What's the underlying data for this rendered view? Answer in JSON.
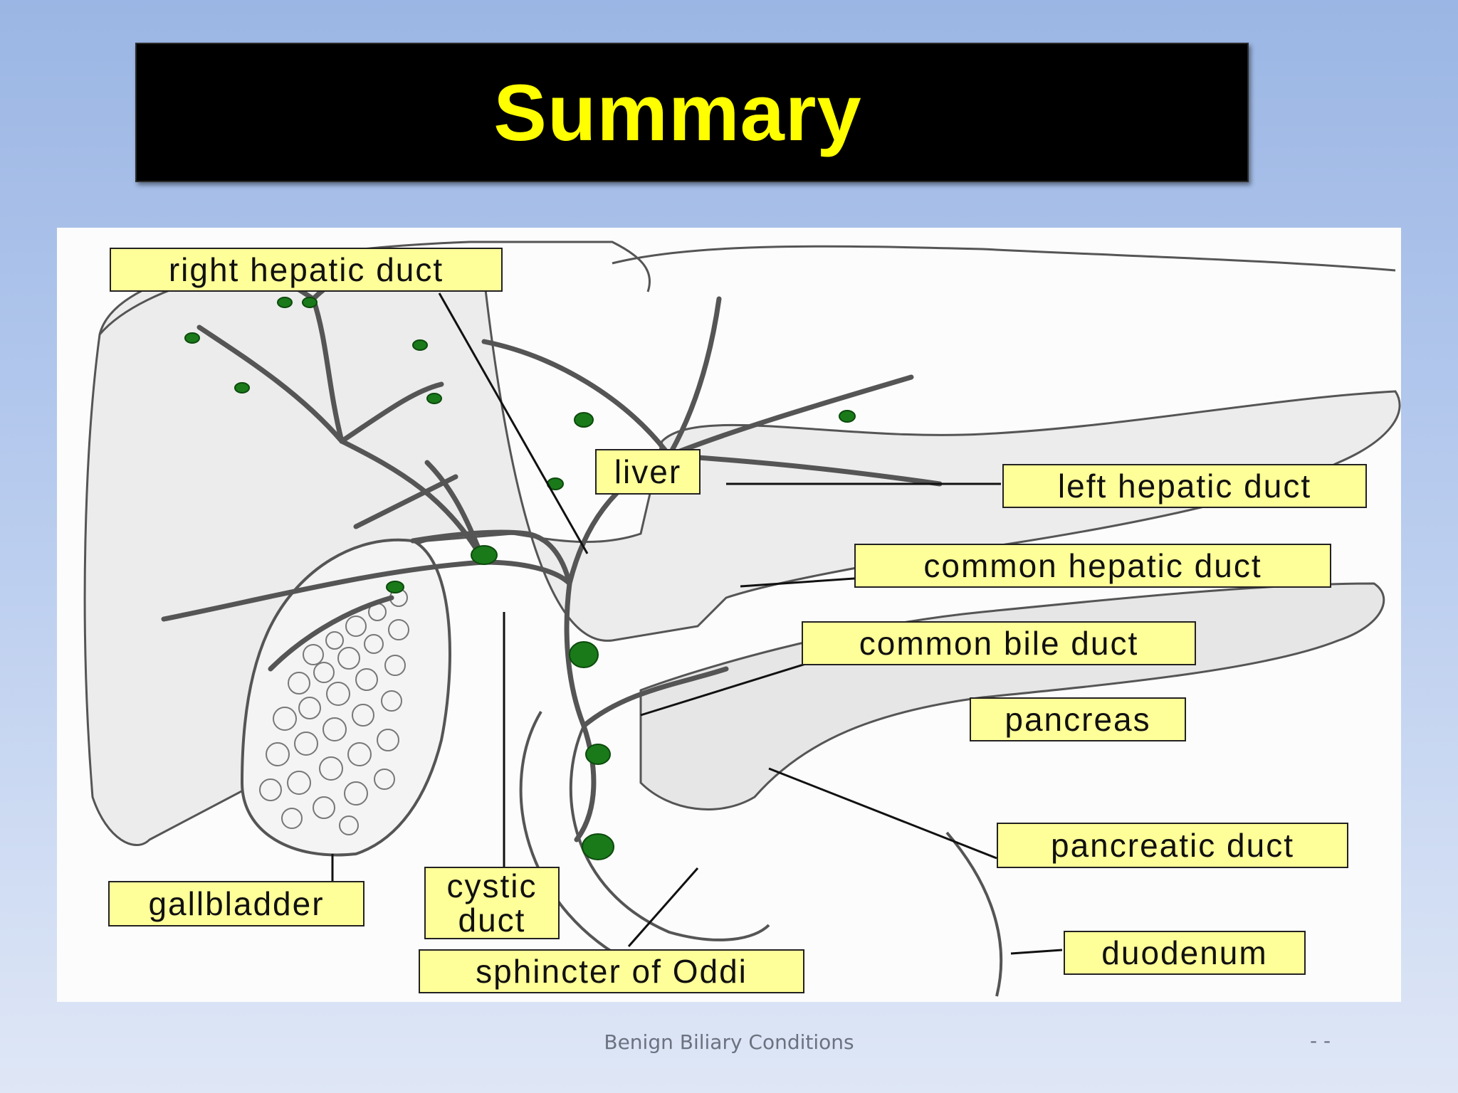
{
  "slide": {
    "title": "Summary",
    "footer": "Benign Biliary Conditions",
    "page_number": "- -"
  },
  "diagram": {
    "labels": {
      "right_hepatic_duct": "right hepatic duct",
      "liver": "liver",
      "left_hepatic_duct": "left hepatic duct",
      "common_hepatic_duct": "common hepatic duct",
      "common_bile_duct": "common bile duct",
      "pancreas": "pancreas",
      "pancreatic_duct": "pancreatic duct",
      "gallbladder": "gallbladder",
      "cystic_duct_line1": "cystic",
      "cystic_duct_line2": "duct",
      "duodenum": "duodenum",
      "sphincter_of_oddi": "sphincter of Oddi"
    },
    "colors": {
      "label_fill": "#ffff99",
      "node_green": "#1a7a1a",
      "title_text": "#ffff00"
    }
  }
}
